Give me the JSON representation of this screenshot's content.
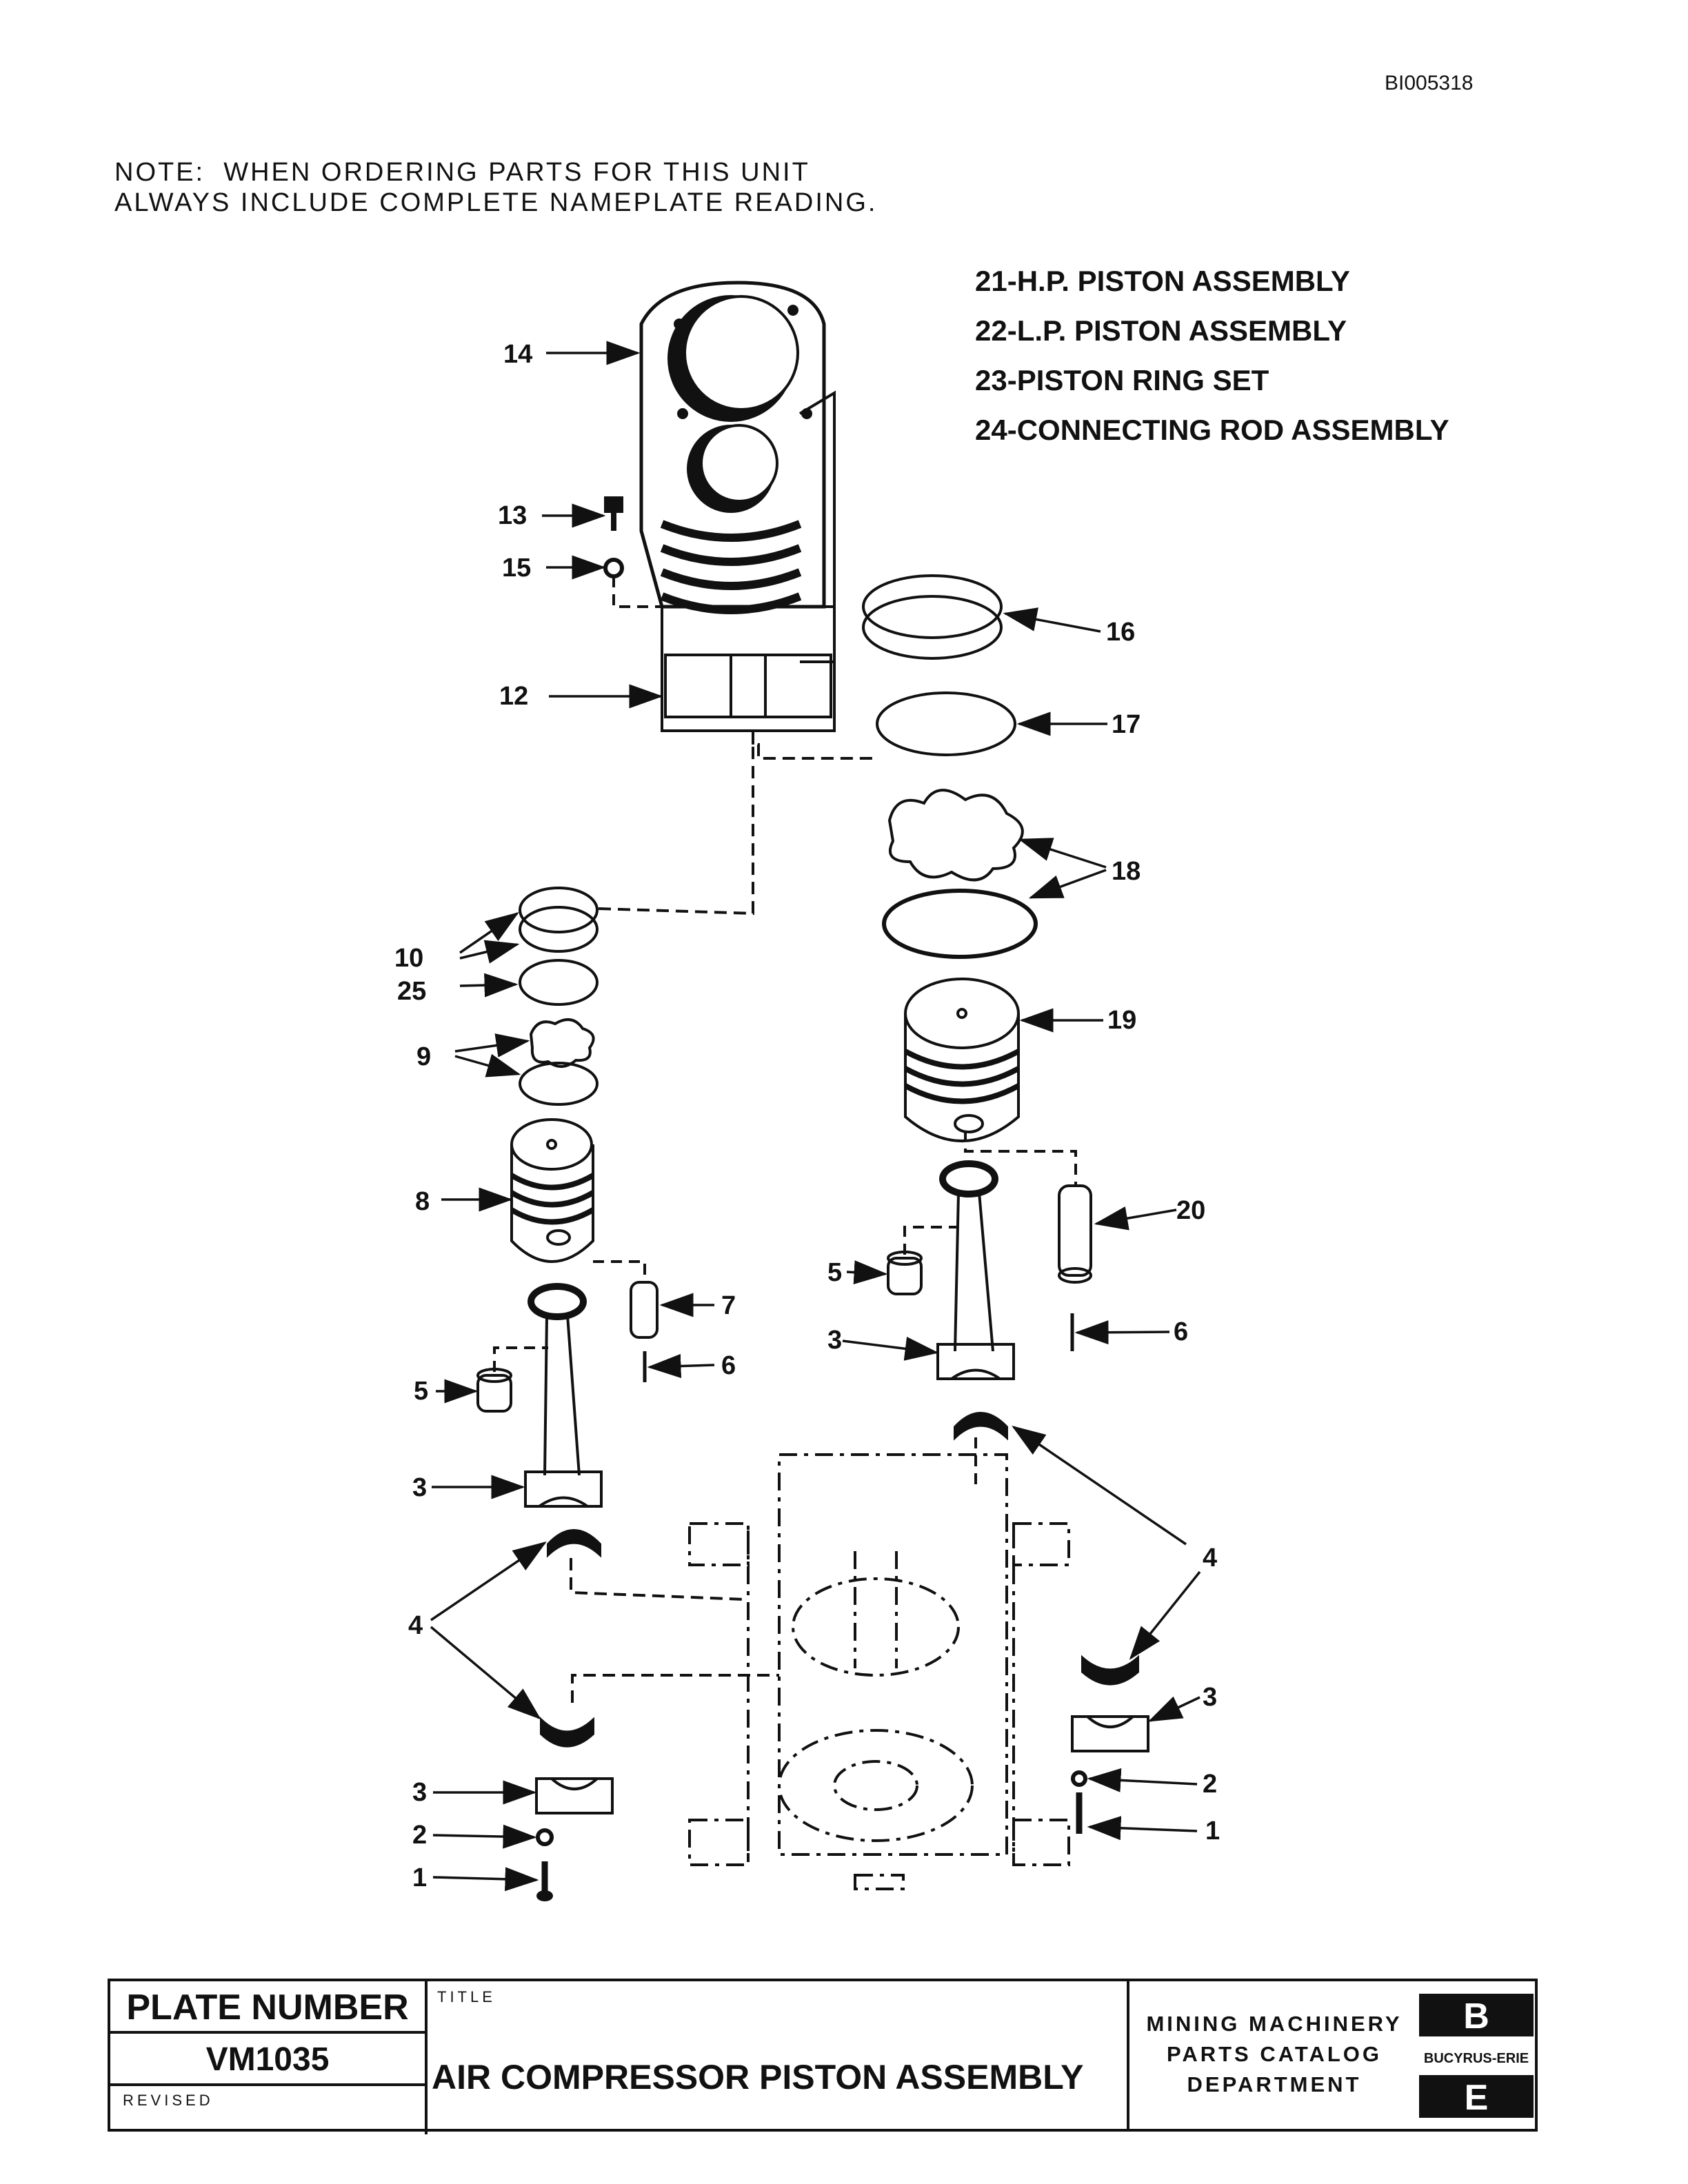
{
  "document_id": "BI005318",
  "note": {
    "line1": "NOTE:  WHEN ORDERING PARTS FOR THIS UNIT",
    "line2": "ALWAYS INCLUDE COMPLETE NAMEPLATE READING."
  },
  "legend": [
    "21-H.P. PISTON ASSEMBLY",
    "22-L.P. PISTON ASSEMBLY",
    "23-PISTON RING SET",
    "24-CONNECTING ROD ASSEMBLY"
  ],
  "callouts": [
    "14",
    "13",
    "15",
    "12",
    "16",
    "17",
    "18",
    "19",
    "10",
    "25",
    "9",
    "8",
    "20",
    "7",
    "5",
    "6",
    "3",
    "4",
    "2",
    "1"
  ],
  "title_block": {
    "plate_label": "PLATE NUMBER",
    "plate_number": "VM1035",
    "revised_label": "REVISED",
    "title_label": "TITLE",
    "title": "AIR COMPRESSOR PISTON ASSEMBLY",
    "dept_line1": "MINING MACHINERY",
    "dept_line2": "PARTS CATALOG",
    "dept_line3": "DEPARTMENT",
    "logo_text": "BUCYRUS-ERIE",
    "logo_letter_top": "B",
    "logo_letter_bottom": "E"
  }
}
